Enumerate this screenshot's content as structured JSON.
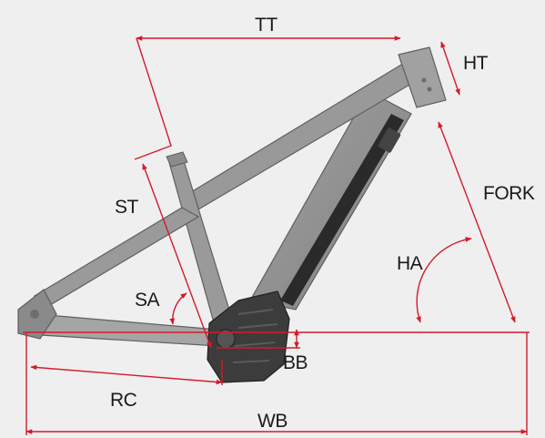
{
  "diagram": {
    "labels": {
      "tt": "TT",
      "ht": "HT",
      "fork": "FORK",
      "st": "ST",
      "ha": "HA",
      "sa": "SA",
      "bb": "BB",
      "rc": "RC",
      "wb": "WB"
    },
    "colors": {
      "background": "#efefef",
      "frame": "#8e8e8e",
      "frame_edge": "#5f5f5f",
      "motor": "#3c3c3c",
      "battery": "#2a2a2a",
      "dimension_line": "#d6192a",
      "label_text": "#1a1a1a"
    }
  }
}
